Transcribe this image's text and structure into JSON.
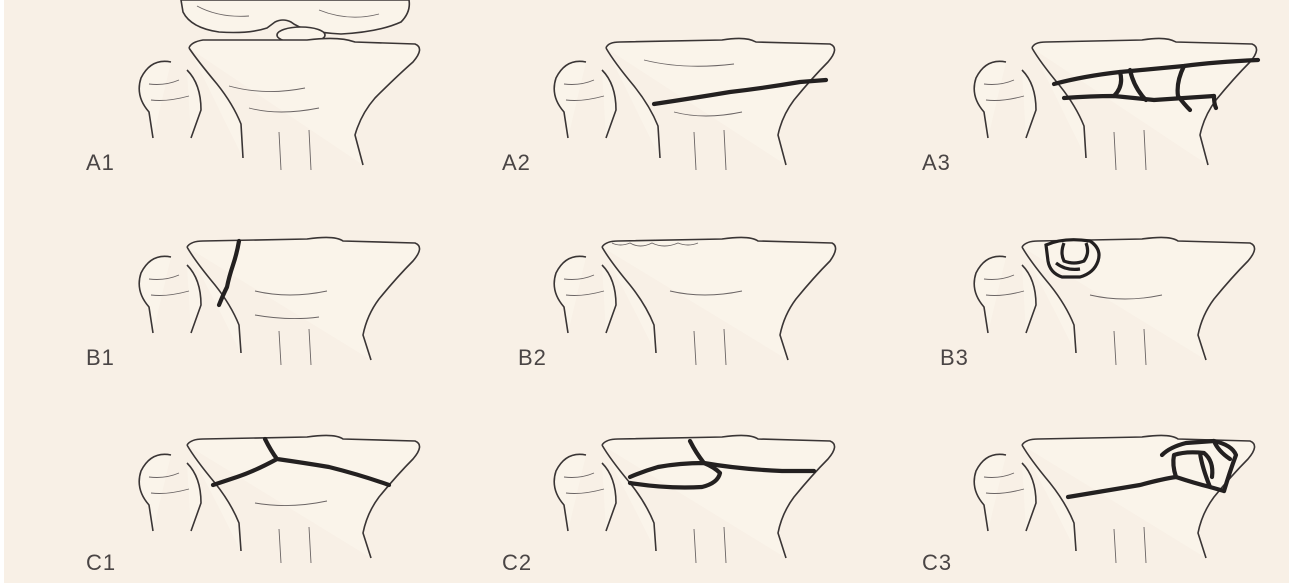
{
  "figure": {
    "background": "#f8f0e6",
    "ink_color": "#232020",
    "panels": [
      {
        "id": "A1",
        "label": "A1",
        "fracture": "none-femur",
        "row": 0,
        "col": 0
      },
      {
        "id": "A2",
        "label": "A2",
        "fracture": "transverse",
        "row": 0,
        "col": 1
      },
      {
        "id": "A3",
        "label": "A3",
        "fracture": "comminuted-transverse",
        "row": 0,
        "col": 2
      },
      {
        "id": "B1",
        "label": "B1",
        "fracture": "lateral-split",
        "row": 1,
        "col": 0
      },
      {
        "id": "B2",
        "label": "B2",
        "fracture": "depression",
        "row": 1,
        "col": 1
      },
      {
        "id": "B3",
        "label": "B3",
        "fracture": "split-depression",
        "row": 1,
        "col": 2
      },
      {
        "id": "C1",
        "label": "C1",
        "fracture": "y-split",
        "row": 2,
        "col": 0
      },
      {
        "id": "C2",
        "label": "C2",
        "fracture": "y-split-metaphyseal",
        "row": 2,
        "col": 1
      },
      {
        "id": "C3",
        "label": "C3",
        "fracture": "comminuted-articular",
        "row": 2,
        "col": 2
      }
    ]
  }
}
